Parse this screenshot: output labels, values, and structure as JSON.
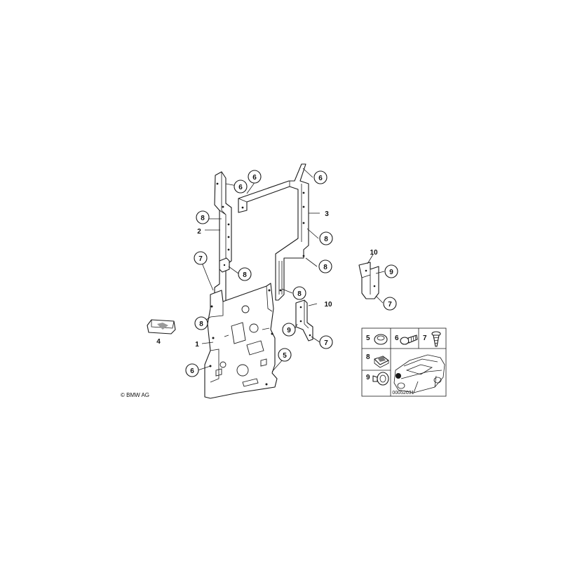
{
  "diagram": {
    "callouts": [
      "1",
      "2",
      "3",
      "4",
      "5",
      "6",
      "7",
      "8",
      "9",
      "10"
    ],
    "legend": {
      "labels": [
        "5",
        "6",
        "7",
        "8",
        "9"
      ]
    },
    "copyright": "© BMW AG",
    "document_number": "00052031"
  }
}
